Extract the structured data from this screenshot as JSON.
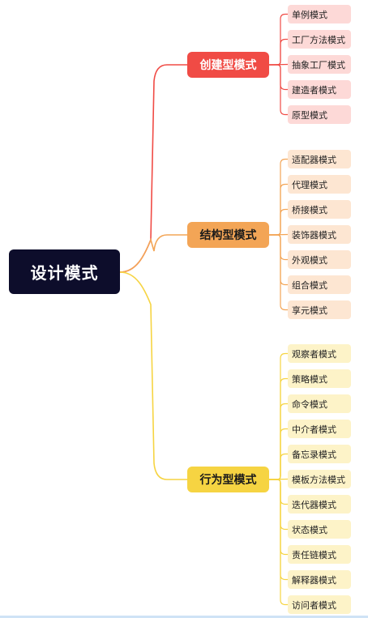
{
  "root": {
    "label": "设计模式"
  },
  "colors": {
    "root_bg": "#0d0d2b",
    "creational": "#f04b45",
    "structural": "#f3a556",
    "behavioral": "#f6d442"
  },
  "categories": [
    {
      "label": "创建型模式",
      "items": [
        "单例模式",
        "工厂方法模式",
        "抽象工厂模式",
        "建造者模式",
        "原型模式"
      ]
    },
    {
      "label": "结构型模式",
      "items": [
        "适配器模式",
        "代理模式",
        "桥接模式",
        "装饰器模式",
        "外观模式",
        "组合模式",
        "享元模式"
      ]
    },
    {
      "label": "行为型模式",
      "items": [
        "观察者模式",
        "策略模式",
        "命令模式",
        "中介者模式",
        "备忘录模式",
        "模板方法模式",
        "迭代器模式",
        "状态模式",
        "责任链模式",
        "解释器模式",
        "访问者模式"
      ]
    }
  ]
}
